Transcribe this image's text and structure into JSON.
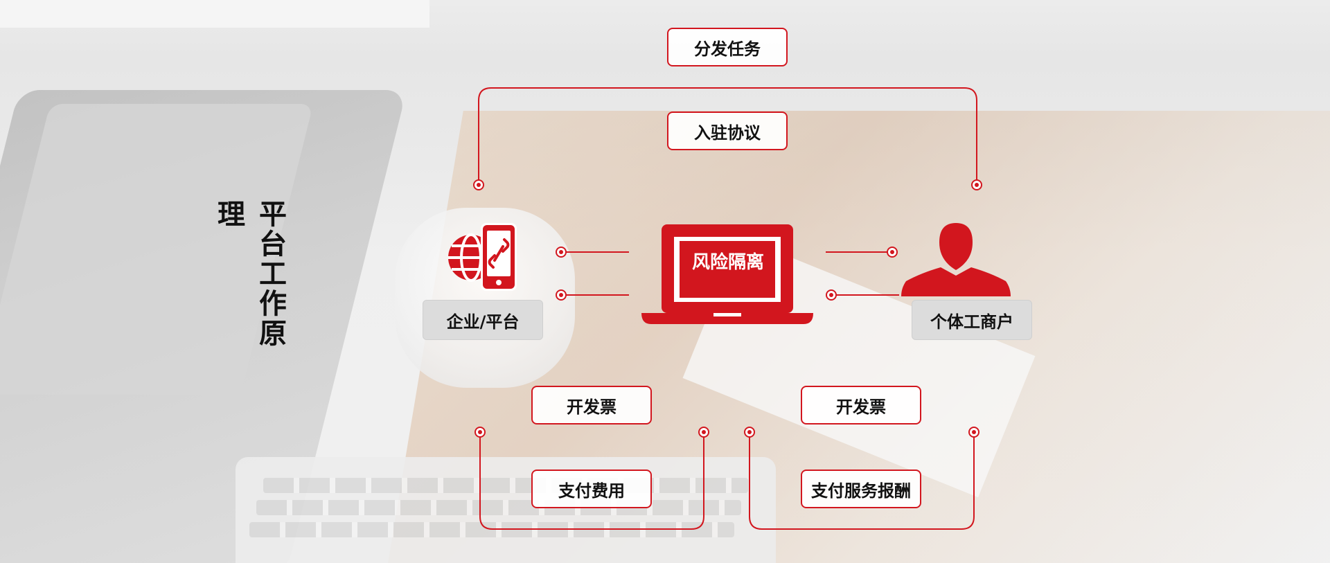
{
  "page_title": "平台工作原理",
  "center": {
    "label": "风险隔离"
  },
  "parties": {
    "left": "企业/平台",
    "right": "个体工商户"
  },
  "top_flows": {
    "distribute_task": "分发任务",
    "settle_agreement": "入驻协议"
  },
  "bottom_left_flows": {
    "invoice": "开发票",
    "pay": "支付费用"
  },
  "bottom_right_flows": {
    "invoice": "开发票",
    "pay": "支付服务报酬"
  },
  "colors": {
    "accent": "#d2161e",
    "text": "#111111",
    "label_bg": "#dcdcdc"
  },
  "icons": {
    "left": "globe-phone-link-icon",
    "center": "laptop-icon",
    "right": "person-icon"
  }
}
